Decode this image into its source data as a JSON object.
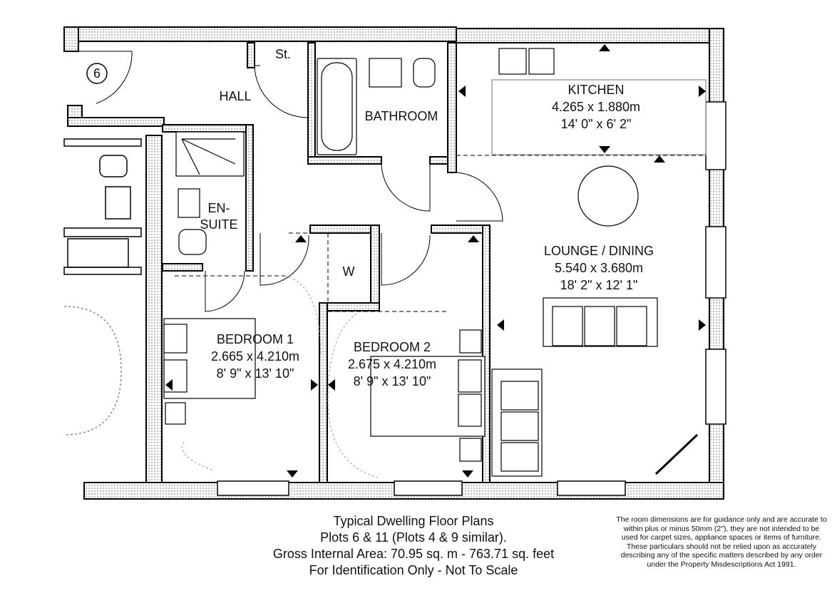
{
  "plan": {
    "plot_number": "6",
    "rooms": [
      {
        "name": "HALL"
      },
      {
        "name": "St."
      },
      {
        "name": "BATHROOM"
      },
      {
        "name": "KITCHEN",
        "metric": "4.265 x 1.880m",
        "imperial": "14' 0\" x 6' 2\""
      },
      {
        "name": "LOUNGE / DINING",
        "metric": "5.540 x 3.680m",
        "imperial": "18' 2\" x 12' 1\""
      },
      {
        "name_line1": "EN-",
        "name_line2": "SUITE"
      },
      {
        "name": "W"
      },
      {
        "name": "BEDROOM 1",
        "metric": "2.665 x 4.210m",
        "imperial": "8' 9\" x 13' 10\""
      },
      {
        "name": "BEDROOM 2",
        "metric": "2.675 x 4.210m",
        "imperial": "8' 9\" x 13' 10\""
      }
    ]
  },
  "caption": {
    "line1": "Typical Dwelling Floor Plans",
    "line2": "Plots 6 & 11 (Plots 4 & 9 similar).",
    "line3": "Gross Internal Area: 70.95 sq. m - 763.71 sq. feet",
    "line4": "For Identification Only - Not To Scale"
  },
  "disclaimer": "The room dimensions are for guidance only and are accurate to within plus or minus 50mm (2\"), they are not intended to be used for carpet sizes, appliance spaces or items of furniture. These particulars should not be relied upon as accurately describing any of the specific matters described by any order under the Property Misdescriptions Act 1991."
}
